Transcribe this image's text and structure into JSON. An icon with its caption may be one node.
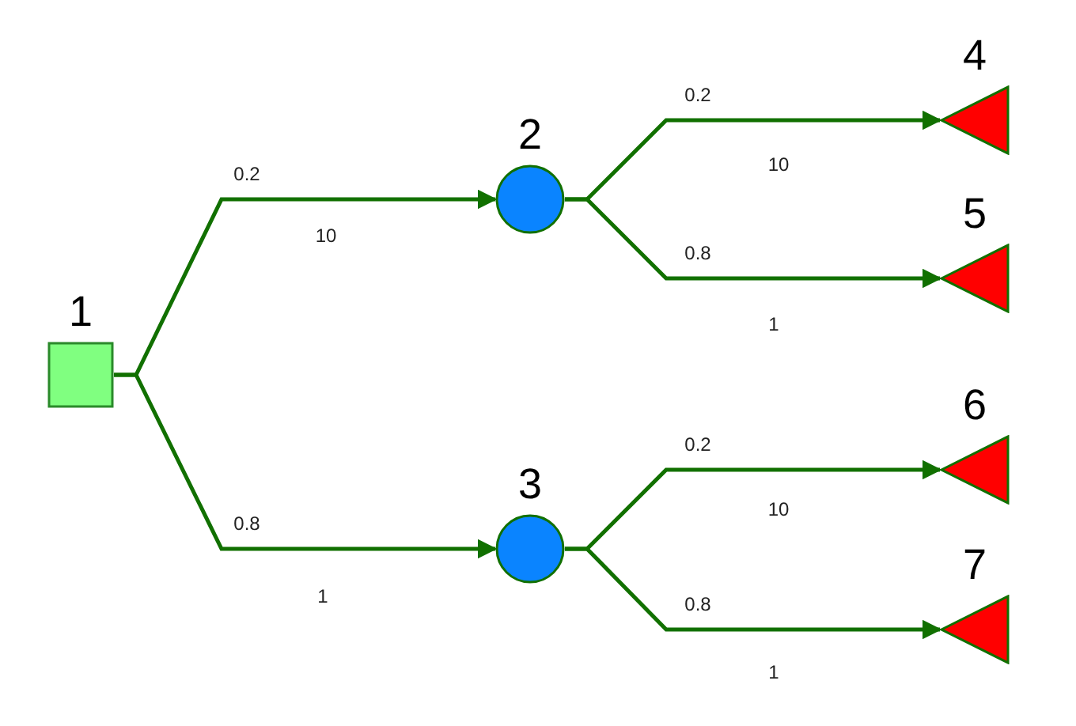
{
  "diagram": {
    "nodes": [
      {
        "text": [
          "1"
        ]
      },
      {
        "text": [
          "2"
        ]
      },
      {
        "text": [
          "3"
        ]
      },
      {
        "text": [
          "4"
        ]
      },
      {
        "text": [
          "5"
        ]
      },
      {
        "text": [
          "6"
        ]
      },
      {
        "text": [
          "7"
        ]
      }
    ],
    "edges": [
      {
        "from": 0,
        "to": 1,
        "arrow": "to",
        "label": "0.2"
      },
      {
        "from": 0,
        "to": 2,
        "arrow": "to",
        "label": "0.8"
      },
      {
        "from": 1,
        "to": 3,
        "arrow": "to",
        "label": "0.2"
      },
      {
        "from": 1,
        "to": 4,
        "arrow": "to",
        "label": "0.8"
      },
      {
        "from": 2,
        "to": 5,
        "arrow": "to",
        "label": "0.2"
      },
      {
        "from": 2,
        "to": 6,
        "arrow": "to",
        "label": "0.8"
      }
    ],
    "labels": [
      "10",
      "10",
      "1",
      "10",
      "1",
      "1"
    ]
  }
}
